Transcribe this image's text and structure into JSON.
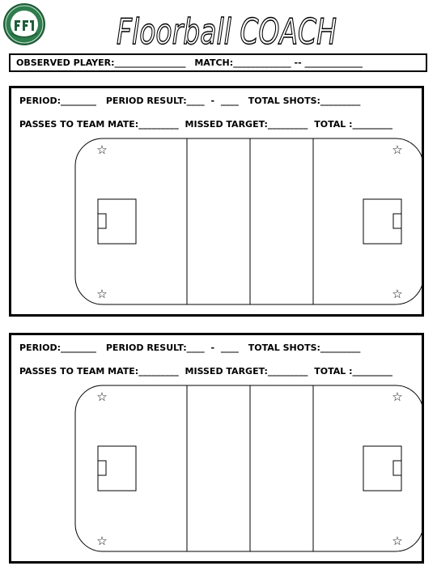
{
  "header": {
    "brand": "Floorball COACH",
    "logo_icon": "federation-crest-icon"
  },
  "player_line": {
    "observed_player": "OBSERVED PLAYER:________________",
    "match": "MATCH:_____________",
    "separator": "--",
    "opponent": "_____________"
  },
  "periods": [
    {
      "period": "PERIOD:________",
      "period_result": "PERIOD RESULT:____",
      "dash": "-",
      "result_blank": "____",
      "total_shots": "TOTAL SHOTS:_________",
      "passes": "PASSES TO TEAM MATE:_________",
      "missed": "MISSED TARGET:_________",
      "total": "TOTAL :_________"
    },
    {
      "period": "PERIOD:________",
      "period_result": "PERIOD RESULT:____",
      "dash": "-",
      "result_blank": "____",
      "total_shots": "TOTAL SHOTS:_________",
      "passes": "PASSES TO TEAM MATE:_________",
      "missed": "MISSED TARGET:_________",
      "total": "TOTAL :_________"
    }
  ],
  "rink": {
    "corner_icon": "star-icon",
    "line_color": "#000000"
  }
}
